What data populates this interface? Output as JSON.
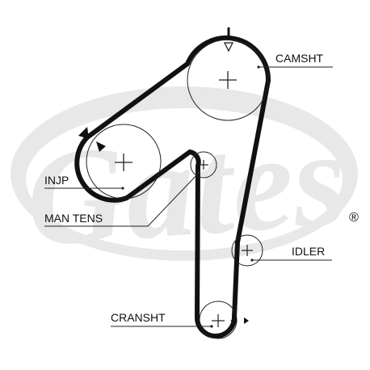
{
  "colors": {
    "belt": "#111111",
    "pulley_stroke": "#222222",
    "leader": "#222222",
    "label": "#111111",
    "watermark": "#e8e8e8",
    "background": "#ffffff"
  },
  "watermark": {
    "brand": "Gates",
    "registered_mark": "®"
  },
  "labels": {
    "camshaft": "CAMSHT",
    "injection_pump": "INJP",
    "manual_tensioner": "MAN TENS",
    "idler": "IDLER",
    "crankshaft": "CRANSHT"
  },
  "icons": {
    "timing_mark_top": "timing-mark-icon",
    "timing_mark_injp": "timing-arrow-icon",
    "timing_mark_crank": "timing-arrow-icon",
    "pulley_center": "crosshair-icon"
  }
}
